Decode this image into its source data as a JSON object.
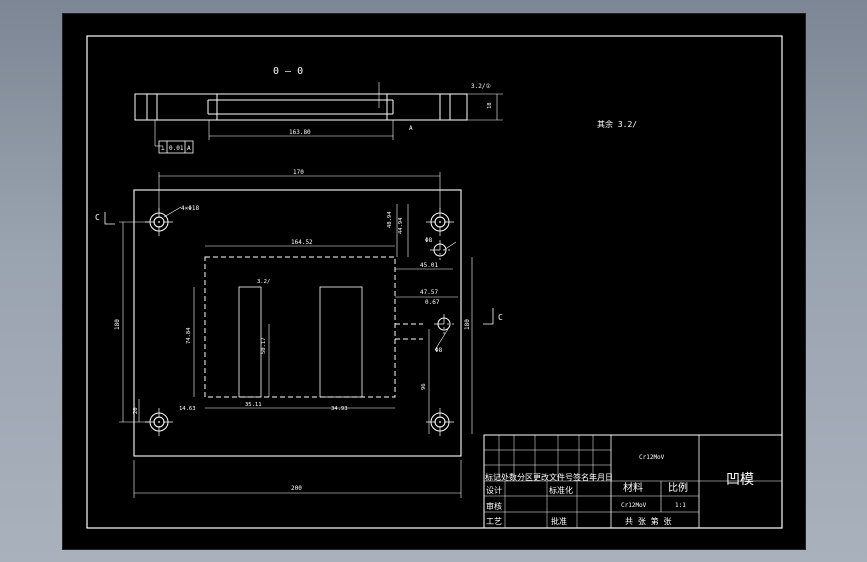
{
  "drawing": {
    "section_label": "0 — 0",
    "surface_finish_note": "其余 3.2/",
    "roughness_top": "3.2/①",
    "dim_section_len": "163.80",
    "dim_section_thick": "18",
    "tolerance_frame": [
      "⊥",
      "0.01",
      "A"
    ],
    "datum_a": "A",
    "dim_width_170": "170",
    "dim_hole": "4×Φ18",
    "dim_opening_width": "164.52",
    "dim_48_94": "48.94",
    "dim_44_94": "44.94",
    "dim_45_01": "45.01",
    "dim_47_57": "47.57",
    "dim_0_67": "0.67",
    "dim_dowel": "Φ8",
    "dim_height_left": "180",
    "dim_height_right": "180",
    "dim_20": "20",
    "dim_96": "96",
    "dim_slot_height": "74.84",
    "dim_leg": "50.17",
    "dim_14_63": "14.63",
    "dim_35_11": "35.11",
    "dim_34_93": "34.93",
    "dim_bottom_200": "200",
    "section_mark_left": "C",
    "section_mark_right": "C",
    "mark_3_2_inner": "3.2/"
  },
  "title_block": {
    "material_value": "Cr12MoV",
    "part_name": "凹模",
    "material_label": "材料",
    "scale_label": "比例",
    "header_row": "标记处数分区更改文件号签名年月日",
    "design_label": "设计",
    "standard_label": "标准化",
    "material_row_value": "Cr12MoV",
    "scale_value": "1:1",
    "review_label": "审核",
    "process_label": "工艺",
    "approve_label": "批准",
    "sheet_text": "共 张 第 张"
  }
}
